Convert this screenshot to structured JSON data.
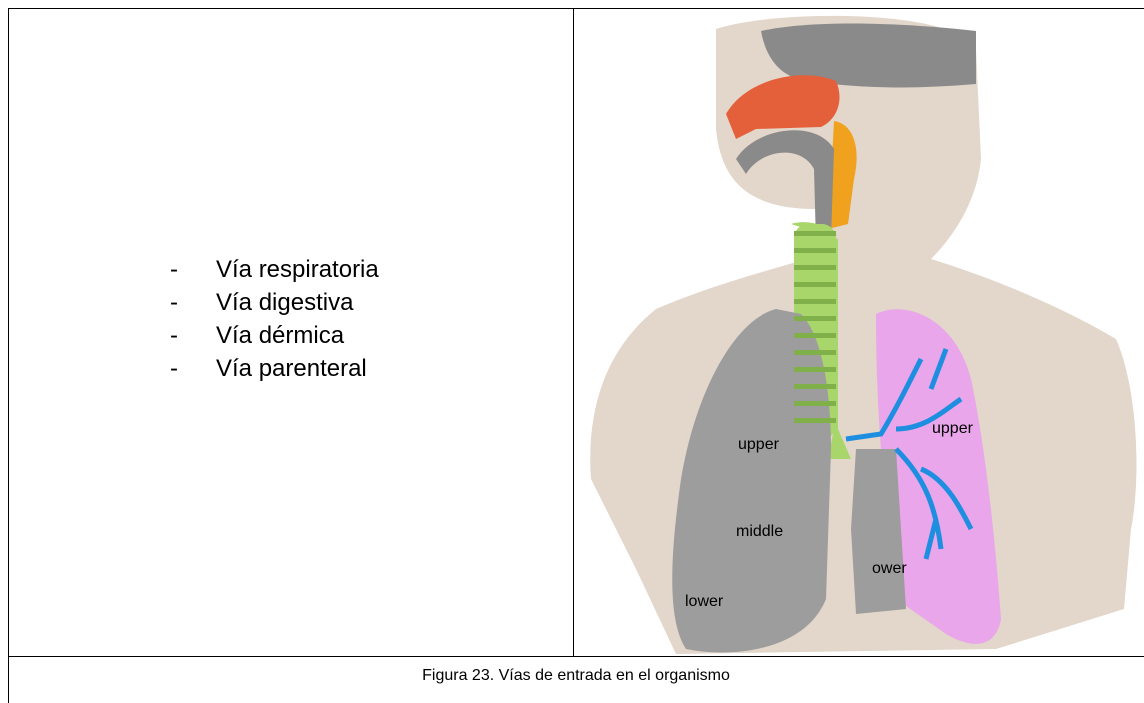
{
  "routes": {
    "items": [
      {
        "bullet": "-",
        "label": "Vía respiratoria"
      },
      {
        "bullet": "-",
        "label": "Vía digestiva"
      },
      {
        "bullet": "-",
        "label": "Vía dérmica"
      },
      {
        "bullet": "-",
        "label": "Vía parenteral"
      }
    ]
  },
  "figure": {
    "labels": {
      "left_upper": "upper",
      "left_middle": "middle",
      "left_lower": "lower",
      "right_upper": "upper",
      "right_lower": "ower"
    },
    "colors": {
      "skin": "#e3d6ca",
      "lung_gray": "#9d9d9d",
      "lung_pink": "#e9a6ea",
      "bronchi": "#1e8fe0",
      "trachea": "#a9d66a",
      "nasal": "#e4603a",
      "pharynx": "#f0a21e",
      "head_gray": "#8a8a8a"
    }
  },
  "caption": "Figura 23. Vías de entrada en el organismo"
}
